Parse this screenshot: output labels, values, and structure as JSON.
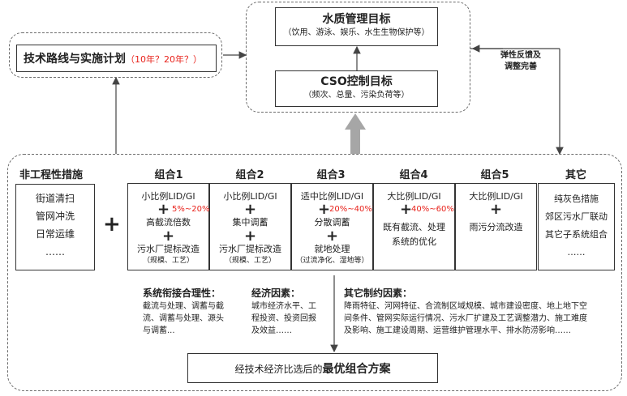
{
  "top": {
    "water_quality_title": "水质管理目标",
    "water_quality_sub": "（饮用、游泳、娱乐、水生生物保护等）",
    "cso_title": "CSO控制目标",
    "cso_sub": "（频次、总量、污染负荷等）"
  },
  "roadmap": {
    "title": "技术路线与实施计划",
    "note": "（10年？20年？）"
  },
  "feedback": {
    "line1": "弹性反馈及",
    "line2": "调整完善"
  },
  "nonengineering": {
    "title": "非工程性措施",
    "items": [
      "街道清扫",
      "管网冲洗",
      "日常运维",
      "……"
    ]
  },
  "plus_sign": "+",
  "combos": [
    {
      "title": "组合1",
      "l1": "小比例LID/GI",
      "pct": "5%~20%?",
      "l2": "高截流倍数",
      "l3": "污水厂提标改造",
      "l4": "（规模、工艺）"
    },
    {
      "title": "组合2",
      "l1": "小比例LID/GI",
      "l2": "集中调蓄",
      "l3": "污水厂提标改造",
      "l4": "（规模、工艺）"
    },
    {
      "title": "组合3",
      "l1": "适中比例LID/GI",
      "pct": "20%~40%?",
      "l2": "分散调蓄",
      "l3": "就地处理",
      "l4": "（过流净化、湿地等）"
    },
    {
      "title": "组合4",
      "l1": "大比例LID/GI",
      "pct": "40%~60%?",
      "l2": "既有截流、处理",
      "l3": "系统的优化"
    },
    {
      "title": "组合5",
      "l1": "大比例LID/GI",
      "l2": "雨污分流改造"
    }
  ],
  "other": {
    "title": "其它",
    "items": [
      "纯灰色措施",
      "郊区污水厂联动",
      "其它子系统组合",
      "……"
    ]
  },
  "factors": {
    "system_title": "系统衔接合理性：",
    "system_lines": [
      "截流与处理、调蓄与截",
      "流、调蓄与处理、源头",
      "与调蓄..."
    ],
    "econ_title": "经济因素：",
    "econ_lines": [
      "城市经济水平、工",
      "程投资、投资回报",
      "及效益……"
    ],
    "other_title": "其它制约因素：",
    "other_lines": [
      "降雨特征、河网特征、合流制区域规模、城市建设密度、地上地下空",
      "间条件、管网实际运行情况、污水厂扩建及工艺调整潜力、施工难度",
      "及影响、施工建设周期、运营维护管理水平、排水防涝影响……"
    ]
  },
  "result": {
    "prefix": "经技术经济比选后的",
    "emph": "最优组合方案"
  }
}
